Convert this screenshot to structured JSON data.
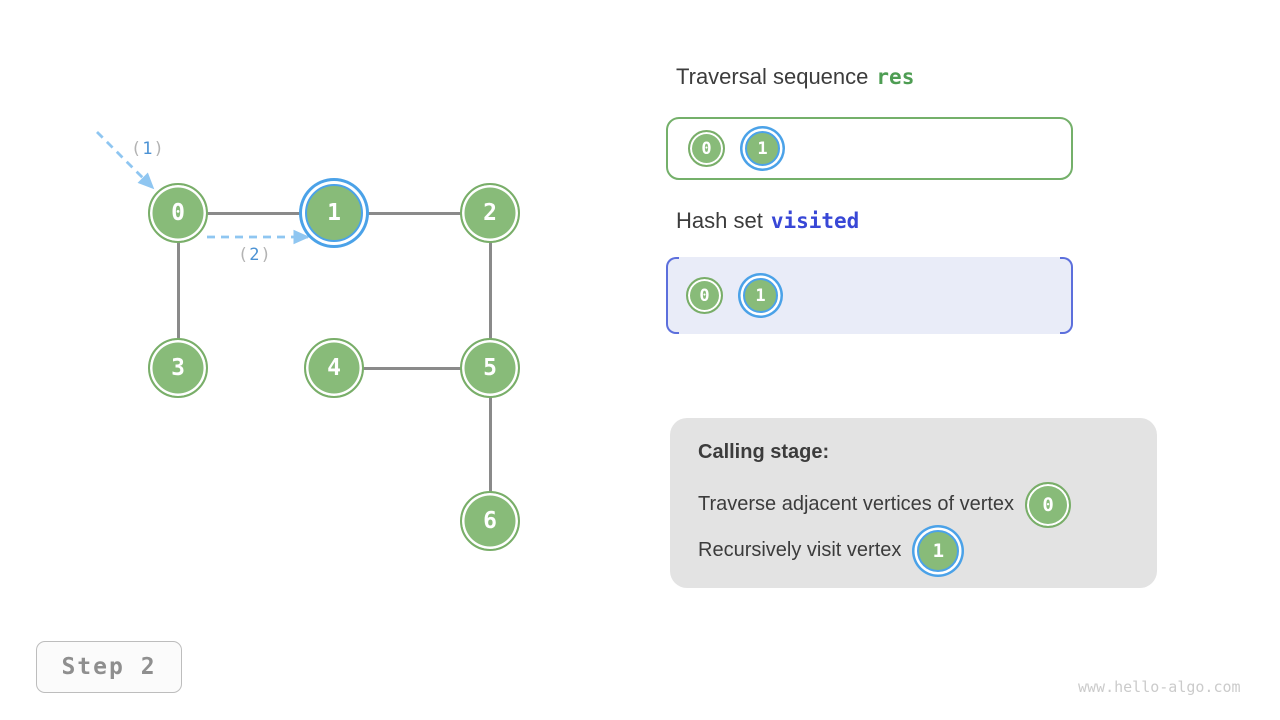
{
  "colors": {
    "vertex_green_fill": "#88bb79",
    "vertex_green_border": "#79ae69",
    "highlight_blue": "#4ba2e8",
    "arrow_dash_blue": "#8fc6f1",
    "order_num_blue": "#4b92d4",
    "paren_gray": "#b3b3b3",
    "edge_gray": "#8a8a8a",
    "res_code_green": "#4e9d53",
    "visited_code_blue": "#3847d6",
    "visited_box_fill": "#e9ecf8",
    "visited_bracket_blue": "#5c6fdc",
    "calling_box_fill": "#e3e3e3",
    "text_dark": "#3c3c3c",
    "step_text_gray": "#8f8f8f",
    "watermark_gray": "#cbcbcb"
  },
  "graph": {
    "vertices": [
      {
        "label": "0",
        "active": false
      },
      {
        "label": "1",
        "active": true
      },
      {
        "label": "2",
        "active": false
      },
      {
        "label": "3",
        "active": false
      },
      {
        "label": "4",
        "active": false
      },
      {
        "label": "5",
        "active": false
      },
      {
        "label": "6",
        "active": false
      }
    ],
    "edges": [
      "0-1",
      "1-2",
      "0-3",
      "2-5",
      "4-5",
      "5-6"
    ],
    "arrows": [
      {
        "open": "(",
        "num": "1",
        "close": ")"
      },
      {
        "open": "(",
        "num": "2",
        "close": ")"
      }
    ]
  },
  "panels": {
    "traversal": {
      "title_prefix": "Traversal sequence",
      "title_code": "res",
      "items": [
        {
          "label": "0",
          "active": false
        },
        {
          "label": "1",
          "active": true
        }
      ]
    },
    "hashset": {
      "title_prefix": "Hash set",
      "title_code": "visited",
      "items": [
        {
          "label": "0",
          "active": false
        },
        {
          "label": "1",
          "active": true
        }
      ]
    },
    "calling": {
      "title": "Calling stage:",
      "lines": [
        {
          "text": "Traverse adjacent vertices of vertex",
          "vertex_label": "0",
          "vertex_active": false
        },
        {
          "text": "Recursively visit vertex",
          "vertex_label": "1",
          "vertex_active": true
        }
      ]
    }
  },
  "step_badge": "Step 2",
  "watermark": "www.hello-algo.com"
}
